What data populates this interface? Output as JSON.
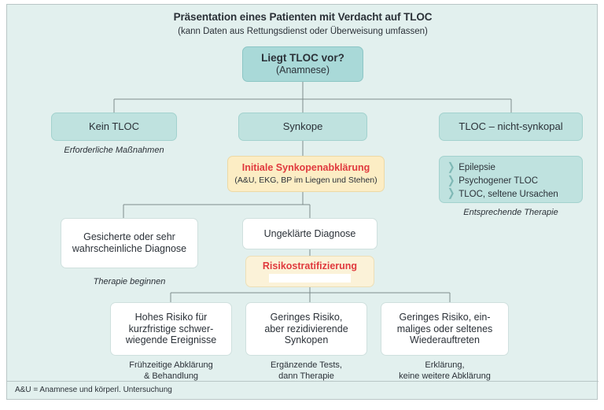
{
  "figure": {
    "title": "Präsentation eines Patienten mit Verdacht auf TLOC",
    "subtitle": "(kann Daten aus Rettungsdienst oder Überweisung umfassen)",
    "footnote": "A&U = Anamnese und körperl. Untersuchung",
    "colors": {
      "background": "#e2f0ee",
      "border": "#b9c6c6",
      "teal_dark": "#a9d9d8",
      "teal": "#bfe2df",
      "white": "#ffffff",
      "yellow": "#fcedc4",
      "cream": "#fbf2d8",
      "accent_red": "#e03a3e",
      "connector": "#7d8b8c"
    }
  },
  "nodes": {
    "tloc_question": {
      "line1": "Liegt TLOC vor?",
      "line2": "(Anamnese)"
    },
    "kein_tloc": {
      "label": "Kein TLOC"
    },
    "synkope": {
      "label": "Synkope"
    },
    "nicht_synkopal": {
      "label": "TLOC – nicht-synkopal"
    },
    "initiale": {
      "line1": "Initiale Synkopenabklärung",
      "line2": "(A&U, EKG, BP im Liegen und Stehen)"
    },
    "bullets": {
      "items": [
        "Epilepsie",
        "Psychogener TLOC",
        "TLOC, seltene Ursachen"
      ],
      "marker": "chevron-right-icon"
    },
    "gesicherte_diagnose": {
      "line1": "Gesicherte oder sehr",
      "line2": "wahrscheinliche Diagnose"
    },
    "ungeklaerte_diagnose": {
      "label": "Ungeklärte Diagnose"
    },
    "risikostratifizierung": {
      "line1": "Risikostratifizierung",
      "line2": ""
    },
    "hohes_risiko": {
      "line1": "Hohes Risiko für",
      "line2": "kurzfristige schwer-",
      "line3": "wiegende Ereignisse"
    },
    "geringes_risiko_rezidiv": {
      "line1": "Geringes Risiko,",
      "line2": "aber rezidivierende",
      "line3": "Synkopen"
    },
    "geringes_risiko_einmalig": {
      "line1": "Geringes Risiko, ein-",
      "line2": "maliges oder seltenes",
      "line3": "Wiederauftreten"
    }
  },
  "captions": {
    "kein_tloc": "Erforderliche Maßnahmen",
    "nicht_synkopal": "Entsprechende Therapie",
    "gesicherte_diagnose": "Therapie beginnen",
    "hohes_risiko": {
      "line1": "Frühzeitige Abklärung",
      "line2": "& Behandlung"
    },
    "geringes_risiko_rezidiv": {
      "line1": "Ergänzende Tests,",
      "line2": "dann Therapie"
    },
    "geringes_risiko_einmalig": {
      "line1": "Erklärung,",
      "line2": "keine weitere Abklärung"
    }
  }
}
